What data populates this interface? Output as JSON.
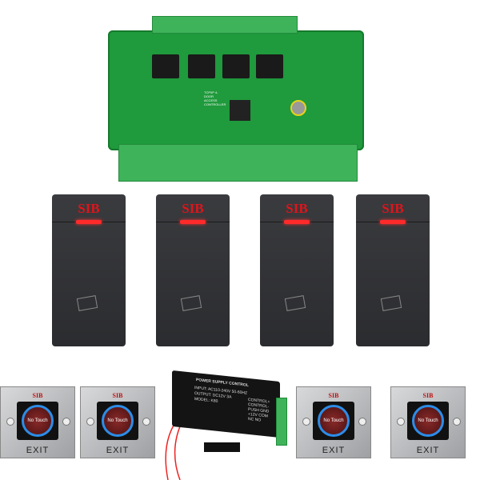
{
  "controller": {
    "label": "TCP/IP 4-DOOR ACCESS CONTROLLER",
    "color": "#1f9a3c"
  },
  "readers": [
    {
      "brand": "SIB"
    },
    {
      "brand": "SIB"
    },
    {
      "brand": "SIB"
    },
    {
      "brand": "SIB"
    }
  ],
  "exit_buttons": [
    {
      "brand": "SIB",
      "center": "No Touch",
      "label": "EXIT"
    },
    {
      "brand": "SIB",
      "center": "No Touch",
      "label": "EXIT"
    },
    {
      "brand": "SIB",
      "center": "No Touch",
      "label": "EXIT"
    },
    {
      "brand": "SIB",
      "center": "No Touch",
      "label": "EXIT"
    }
  ],
  "power_supply": {
    "title": "POWER SUPPLY CONTROL",
    "input": "INPUT: AC110-240V 50-60HZ",
    "output": "OUTPUT: DC12V 3A",
    "model": "MODEL: K80",
    "terminals": "CONTROL+ CONTROL- PUSH GND +12V COM NC NO"
  }
}
